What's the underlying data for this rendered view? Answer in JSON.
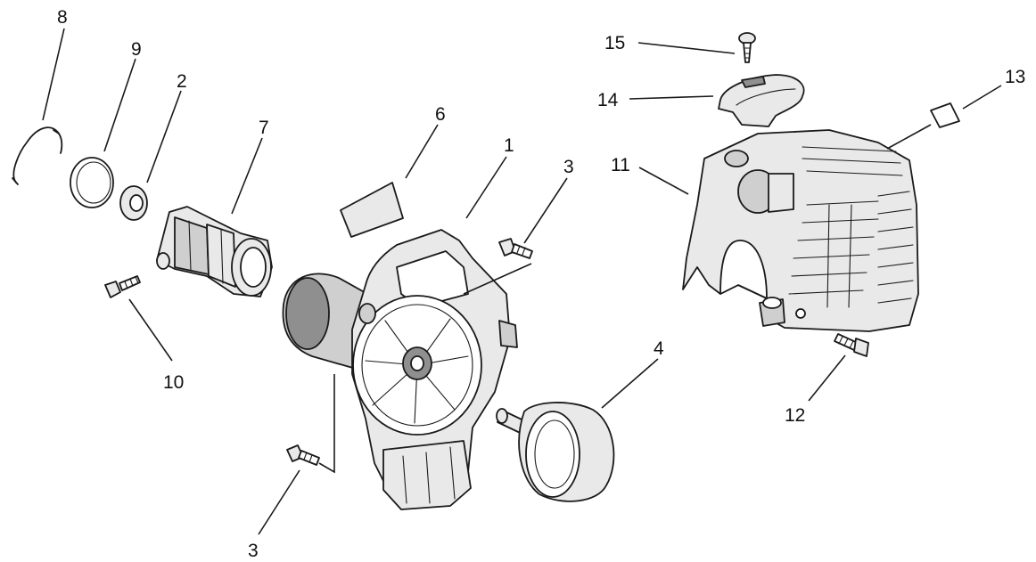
{
  "callouts": [
    {
      "id": "8",
      "label": "8"
    },
    {
      "id": "9",
      "label": "9"
    },
    {
      "id": "2",
      "label": "2"
    },
    {
      "id": "7",
      "label": "7"
    },
    {
      "id": "6",
      "label": "6"
    },
    {
      "id": "1",
      "label": "1"
    },
    {
      "id": "3a",
      "label": "3"
    },
    {
      "id": "3b",
      "label": "3"
    },
    {
      "id": "10",
      "label": "10"
    },
    {
      "id": "4",
      "label": "4"
    },
    {
      "id": "15",
      "label": "15"
    },
    {
      "id": "14",
      "label": "14"
    },
    {
      "id": "13",
      "label": "13"
    },
    {
      "id": "11",
      "label": "11"
    },
    {
      "id": "12",
      "label": "12"
    }
  ]
}
